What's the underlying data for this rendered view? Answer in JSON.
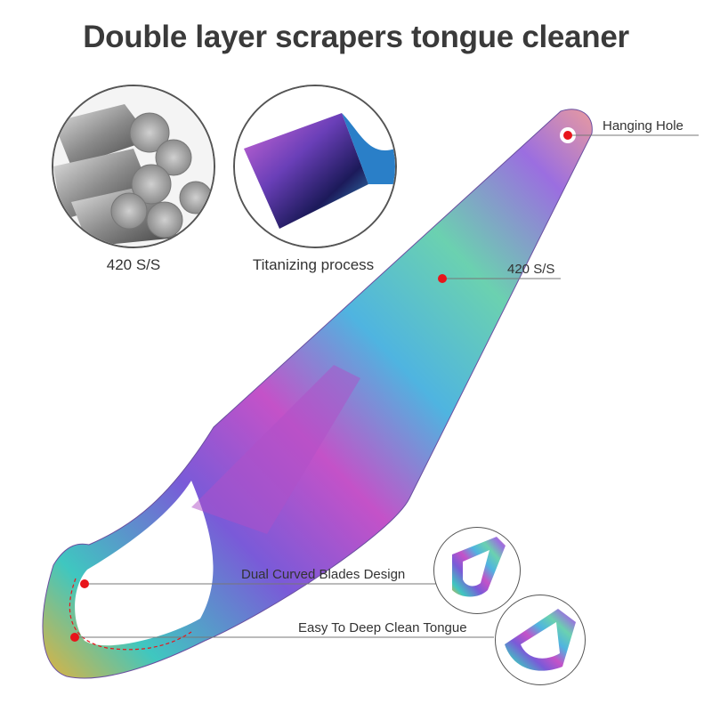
{
  "title": "Double layer scrapers tongue cleaner",
  "features": [
    {
      "icon": "steel-rods-image",
      "caption": "420 S/S"
    },
    {
      "icon": "titanized-sheet-image",
      "caption": "Titanizing process"
    }
  ],
  "callouts": {
    "hanging_hole": "Hanging Hole",
    "material": "420 S/S",
    "blades": "Dual Curved Blades Design",
    "clean": "Easy To Deep Clean Tongue"
  },
  "colors": {
    "marker": "#e8151b",
    "line": "#777777"
  }
}
